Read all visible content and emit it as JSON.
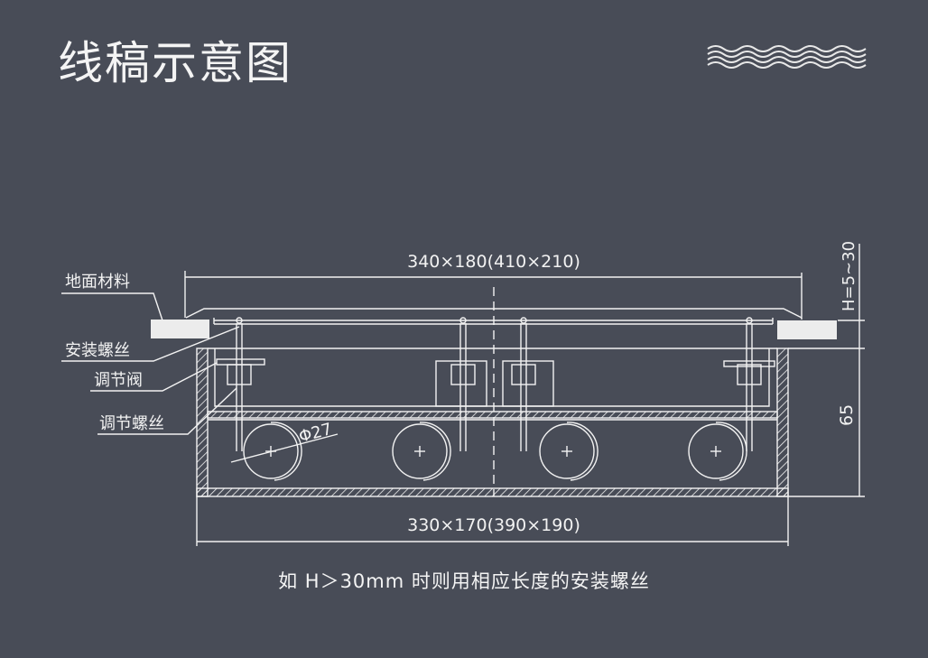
{
  "title": "线稿示意图",
  "decoration_icon": "waves-icon",
  "diagram": {
    "labels": {
      "floor_material": "地面材料",
      "install_screw": "安装螺丝",
      "adjust_valve": "调节阀",
      "adjust_screw": "调节螺丝"
    },
    "dimensions": {
      "top_width": "340×180(410×210)",
      "bottom_width": "330×170(390×190)",
      "h_range": "H=5~30",
      "depth": "65",
      "pipe_diameter": "Φ27"
    }
  },
  "note": "如 H＞30mm 时则用相应长度的安装螺丝",
  "colors": {
    "background": "#484c57",
    "line": "#f2f2f2",
    "floor": "#ececec"
  }
}
